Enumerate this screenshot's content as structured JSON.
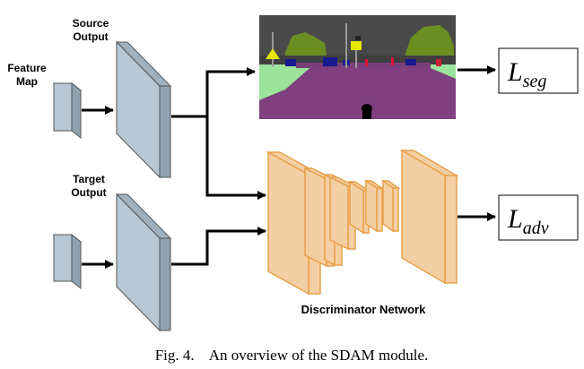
{
  "labels": {
    "feature_map": [
      "Feature",
      "Map"
    ],
    "source_output": [
      "Source",
      "Output"
    ],
    "target_output": [
      "Target",
      "Output"
    ],
    "discriminator": "Discriminator  Network"
  },
  "losses": {
    "seg": {
      "symbol": "L",
      "subscript": "seg"
    },
    "adv": {
      "symbol": "L",
      "subscript": "adv"
    }
  },
  "caption": "Fig. 4.    An overview of the SDAM module.",
  "colors": {
    "feature_block": "#b7c7d3",
    "discriminator_block": "#f4cfa4",
    "discriminator_stroke": "#e8a14a",
    "arrow": "#000000"
  }
}
